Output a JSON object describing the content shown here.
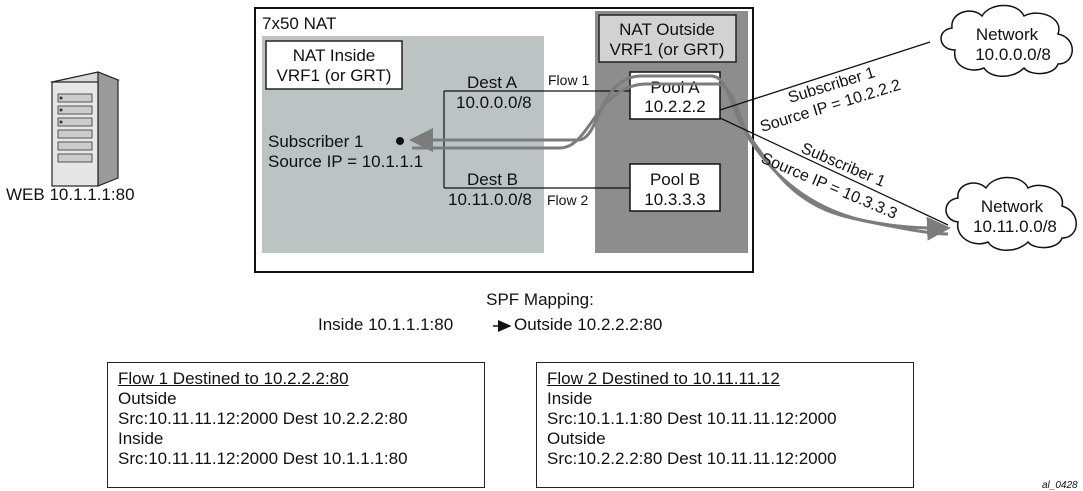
{
  "server": {
    "label": "WEB 10.1.1.1:80"
  },
  "nat": {
    "title": "7x50 NAT",
    "inside": {
      "line1": "NAT Inside",
      "line2": "VRF1 (or GRT)"
    },
    "outside": {
      "line1": "NAT Outside",
      "line2": "VRF1 (or GRT)"
    },
    "subscriber": {
      "line1": "Subscriber 1",
      "line2": "Source IP = 10.1.1.1"
    },
    "dest_a": {
      "label": "Dest A",
      "addr": "10.0.0.0/8",
      "flow": "Flow 1"
    },
    "dest_b": {
      "label": "Dest B",
      "addr": "10.11.0.0/8",
      "flow": "Flow 2"
    },
    "pool_a": {
      "name": "Pool A",
      "addr": "10.2.2.2"
    },
    "pool_b": {
      "name": "Pool B",
      "addr": "10.3.3.3"
    }
  },
  "networks": [
    {
      "line1": "Network",
      "line2": "10.0.0.0/8"
    },
    {
      "line1": "Network",
      "line2": "10.11.0.0/8"
    }
  ],
  "links": [
    {
      "line1": "Subscriber 1",
      "line2": "Source IP = 10.2.2.2"
    },
    {
      "line1": "Subscriber 1",
      "line2": "Source IP = 10.3.3.3"
    }
  ],
  "spf": {
    "title": "SPF Mapping:",
    "inside": "Inside 10.1.1.1:80",
    "outside": "Outside 10.2.2.2:80"
  },
  "flow_tables": [
    {
      "title": "Flow 1 Destined to 10.2.2.2:80",
      "lines": [
        "Outside",
        "Src:10.11.11.12:2000 Dest 10.2.2.2:80",
        "Inside",
        "Src:10.11.11.12:2000 Dest 10.1.1.1:80"
      ]
    },
    {
      "title": "Flow 2 Destined to 10.11.11.12",
      "lines": [
        "Inside",
        "Src:10.1.1.1:80 Dest 10.11.11.12:2000",
        "Outside",
        "Src:10.2.2.2:80 Dest 10.11.11.12:2000"
      ]
    }
  ],
  "figure_id": "al_0428",
  "colors": {
    "inside_zone": "#bcc3c3",
    "outside_zone": "#8d8d8d",
    "flow_arrow": "#7c7c7c"
  }
}
